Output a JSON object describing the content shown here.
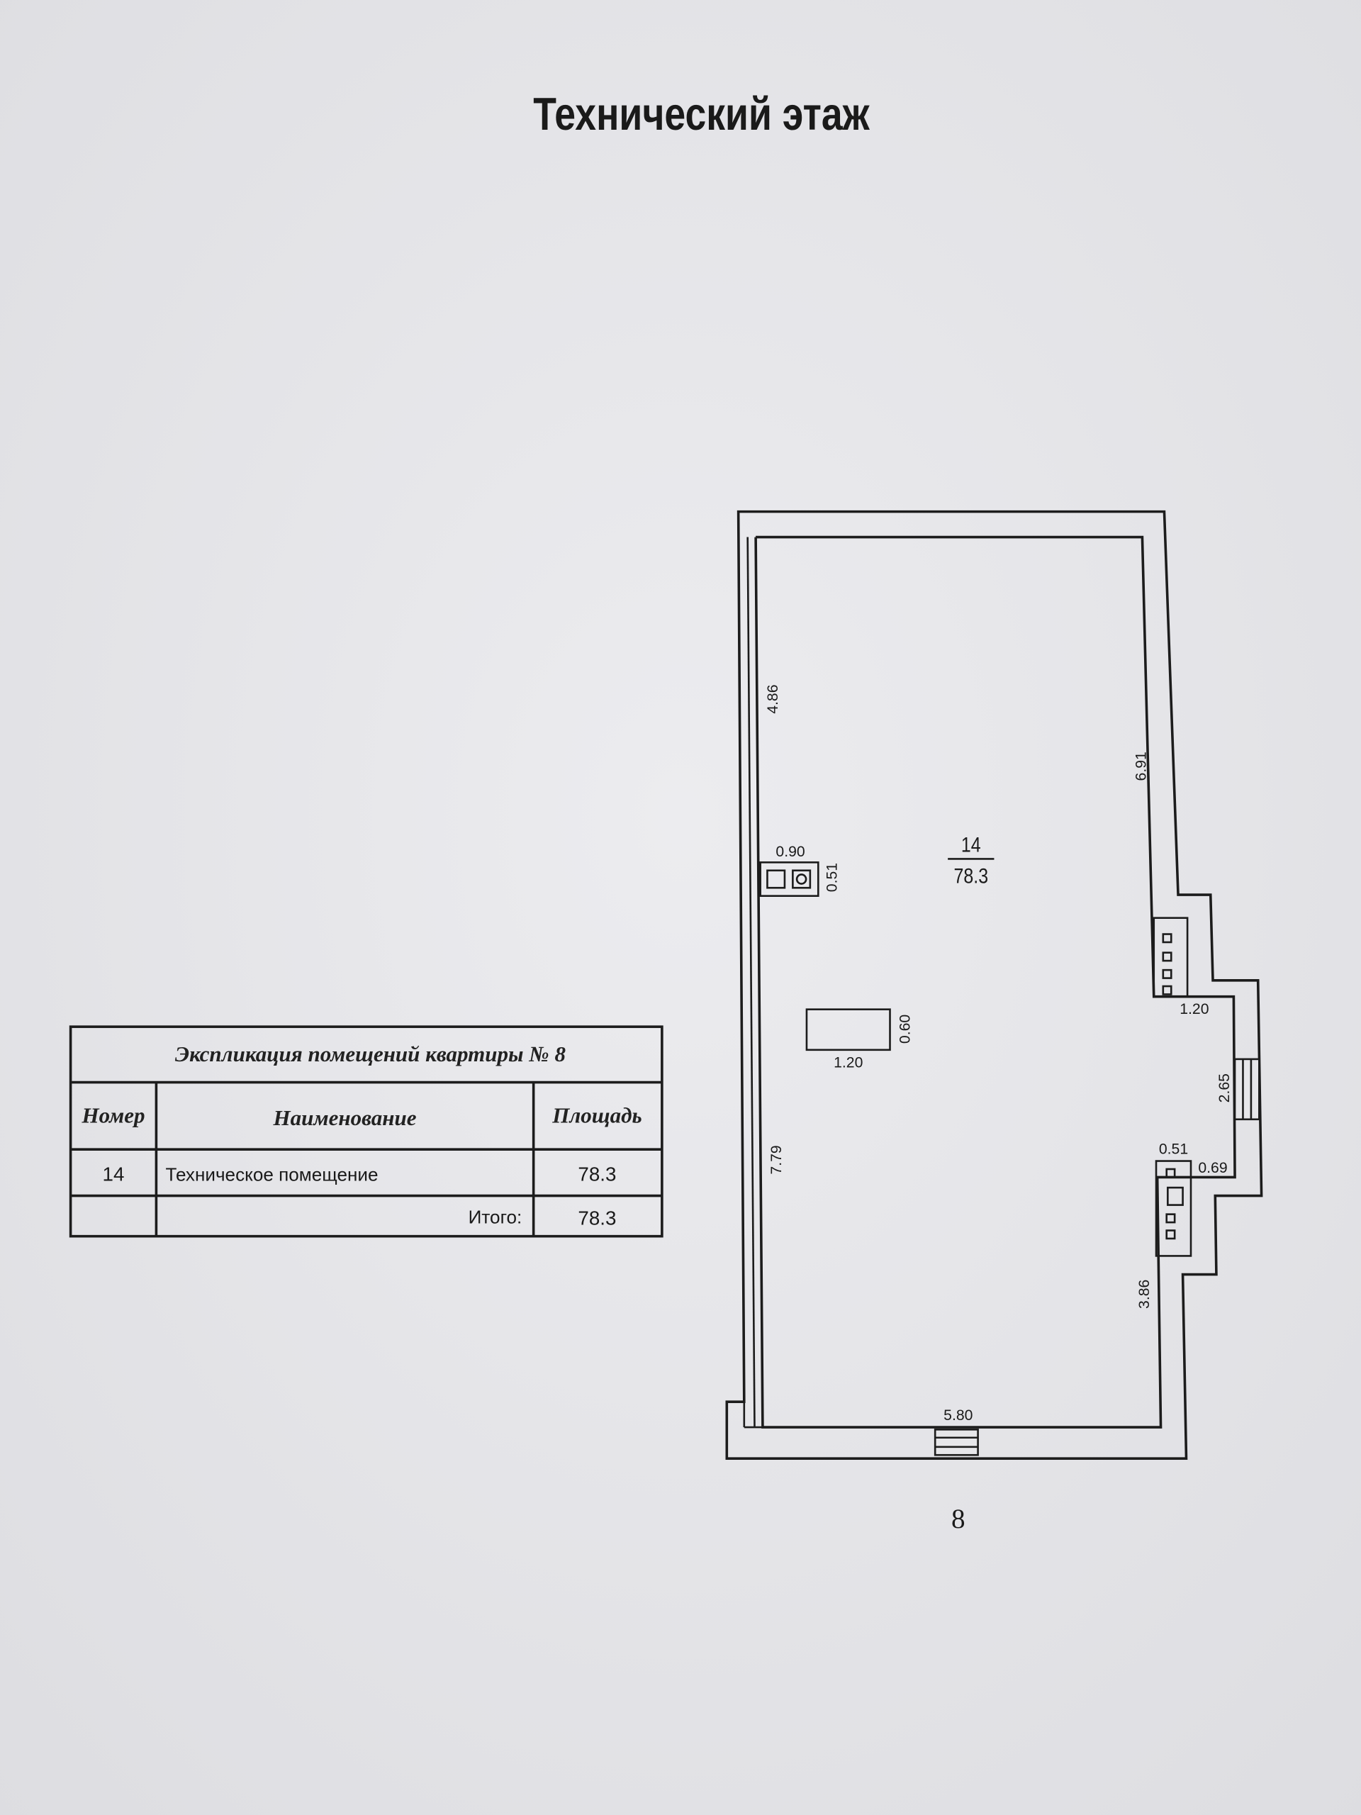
{
  "page": {
    "title": "Технический этаж",
    "page_number": "8"
  },
  "table": {
    "caption": "Экспликация помещений квартиры №  8",
    "headers": [
      "Номер",
      "Наименование",
      "Площадь"
    ],
    "rows": [
      {
        "number": "14",
        "name": "Техническое помещение",
        "area": "78.3"
      }
    ],
    "total_label": "Итого:",
    "total_value": "78.3"
  },
  "plan": {
    "room_number": "14",
    "room_area": "78.3",
    "dimensions": {
      "left_upper": "4.86",
      "left_lower": "7.79",
      "right_upper": "6.91",
      "right_lower": "3.86",
      "bottom": "5.80",
      "fixture_left_width": "0.90",
      "fixture_left_depth": "0.51",
      "block_width": "1.20",
      "block_depth": "0.60",
      "niche_width": "1.20",
      "niche_depth": "2.65",
      "fixture_right_width": "0.51",
      "fixture_right_offset": "0.69"
    }
  }
}
